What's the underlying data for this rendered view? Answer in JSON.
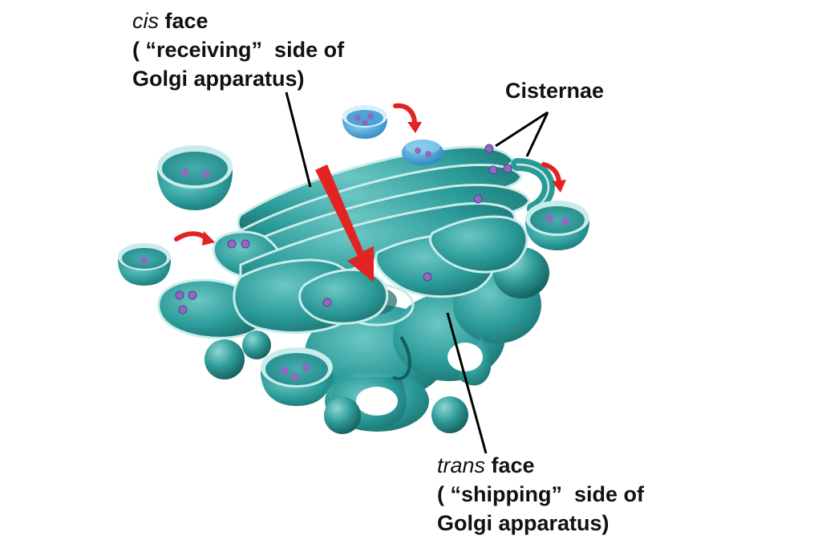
{
  "labels": {
    "cis": {
      "italic": "cis",
      "line1_rest": " face",
      "line2": "( “receiving”  side of",
      "line3": "Golgi apparatus)"
    },
    "trans": {
      "italic": "trans",
      "line1_rest": " face",
      "line2": "( “shipping”  side of",
      "line3": "Golgi apparatus)"
    },
    "cisternae": "Cisternae"
  },
  "colors": {
    "membrane": "#2a9a98",
    "membrane_dark": "#1d7775",
    "membrane_light": "#c9ecea",
    "vesicle_blue": "#3d9bd1",
    "cargo": "#8e6bc0",
    "arrow": "#e32222",
    "leader": "#000000"
  }
}
